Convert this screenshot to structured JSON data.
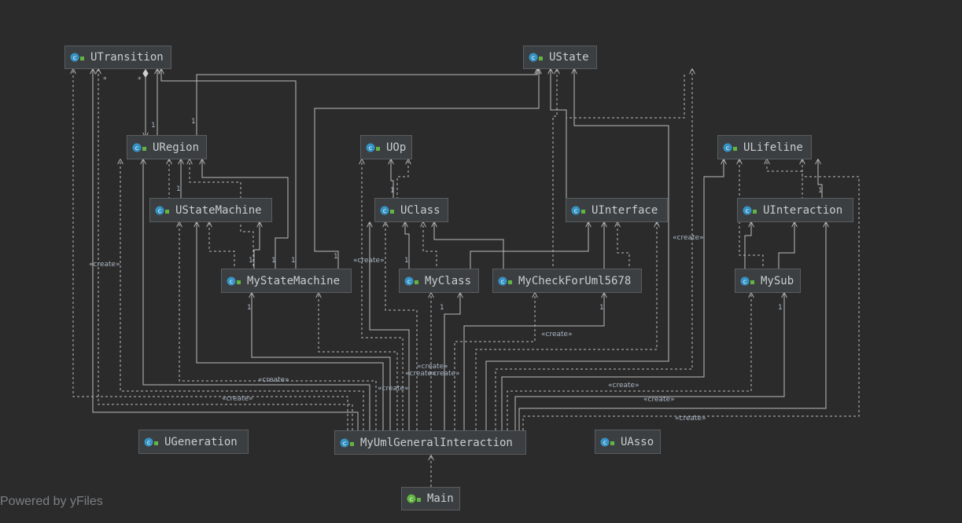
{
  "diagram": {
    "classes": [
      {
        "id": "UTransition",
        "label": "UTransition",
        "icon": "class-icon"
      },
      {
        "id": "UState",
        "label": "UState",
        "icon": "class-icon"
      },
      {
        "id": "URegion",
        "label": "URegion",
        "icon": "class-icon"
      },
      {
        "id": "UOp",
        "label": "UOp",
        "icon": "class-icon"
      },
      {
        "id": "ULifeline",
        "label": "ULifeline",
        "icon": "class-icon"
      },
      {
        "id": "UStateMachine",
        "label": "UStateMachine",
        "icon": "class-icon"
      },
      {
        "id": "UClass",
        "label": "UClass",
        "icon": "class-icon"
      },
      {
        "id": "UInterface",
        "label": "UInterface",
        "icon": "class-icon"
      },
      {
        "id": "UInteraction",
        "label": "UInteraction",
        "icon": "class-icon"
      },
      {
        "id": "MyStateMachine",
        "label": "MyStateMachine",
        "icon": "class-icon"
      },
      {
        "id": "MyClass",
        "label": "MyClass",
        "icon": "class-icon"
      },
      {
        "id": "MyCheckForUml5678",
        "label": "MyCheckForUml5678",
        "icon": "class-icon"
      },
      {
        "id": "MySub",
        "label": "MySub",
        "icon": "class-icon"
      },
      {
        "id": "UGeneration",
        "label": "UGeneration",
        "icon": "class-icon"
      },
      {
        "id": "MyUmlGeneralInteraction",
        "label": "MyUmlGeneralInteraction",
        "icon": "class-icon"
      },
      {
        "id": "UAsso",
        "label": "UAsso",
        "icon": "class-icon"
      },
      {
        "id": "Main",
        "label": "Main",
        "icon": "main-class-icon"
      }
    ],
    "edge_labels": {
      "create": "«create»",
      "one": "1",
      "many": "*"
    },
    "colors": {
      "background": "#2b2b2b",
      "node": "#3c3f41",
      "edge": "#bbbbbb",
      "class_icon": "#3592c4",
      "access_icon": "#62b543"
    }
  },
  "watermark": "Powered by yFiles"
}
